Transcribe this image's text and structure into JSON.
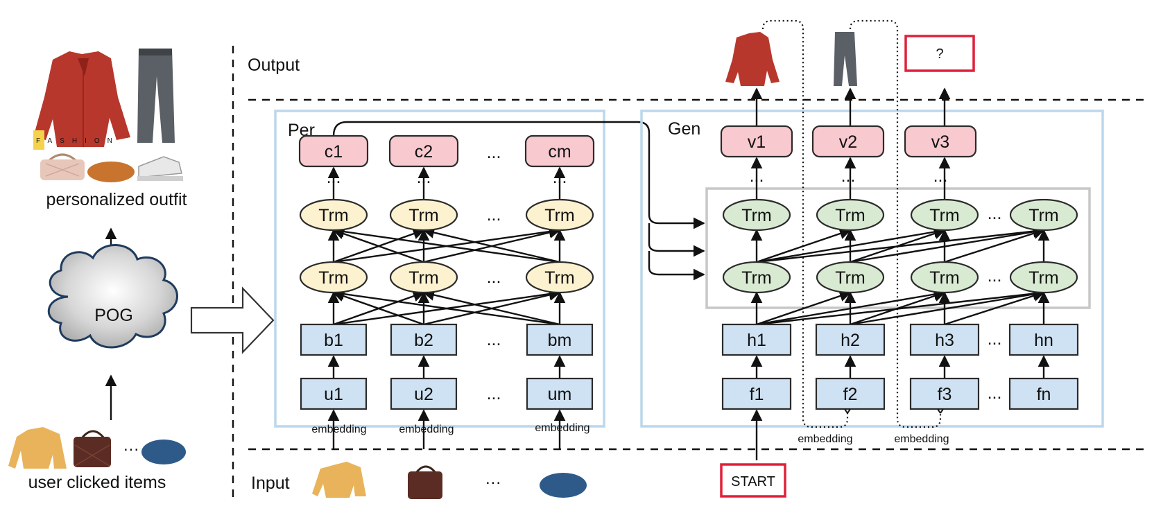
{
  "labels": {
    "output": "Output",
    "input": "Input",
    "per": "Per",
    "gen": "Gen",
    "personalized_outfit": "personalized outfit",
    "user_clicked_items": "user clicked items",
    "pog": "POG",
    "fashion_logo": "FASHION",
    "question_mark": "?",
    "start": "START",
    "ellipsis": "...",
    "vdots": "..."
  },
  "per_block": {
    "c_nodes": [
      "c1",
      "c2",
      "cm"
    ],
    "trm_label": "Trm",
    "b_nodes": [
      "b1",
      "b2",
      "bm"
    ],
    "u_nodes": [
      "u1",
      "u2",
      "um"
    ],
    "embedding_labels": [
      "embedding",
      "embedding",
      "embedding"
    ]
  },
  "gen_block": {
    "v_nodes": [
      "v1",
      "v2",
      "v3"
    ],
    "trm_label": "Trm",
    "h_nodes": [
      "h1",
      "h2",
      "h3",
      "hn"
    ],
    "f_nodes": [
      "f1",
      "f2",
      "f3",
      "fn"
    ],
    "embedding_labels": [
      "embedding",
      "embedding"
    ]
  },
  "colors": {
    "blue_box": "#cfe2f3",
    "red_box": "#f8c9cf",
    "yellow_ellipse": "#fdf2cf",
    "green_ellipse": "#d9ead3",
    "frame_blue": "#bcd7ec",
    "frame_gray": "#c7c7c7",
    "highlight_red": "#e0203a"
  }
}
